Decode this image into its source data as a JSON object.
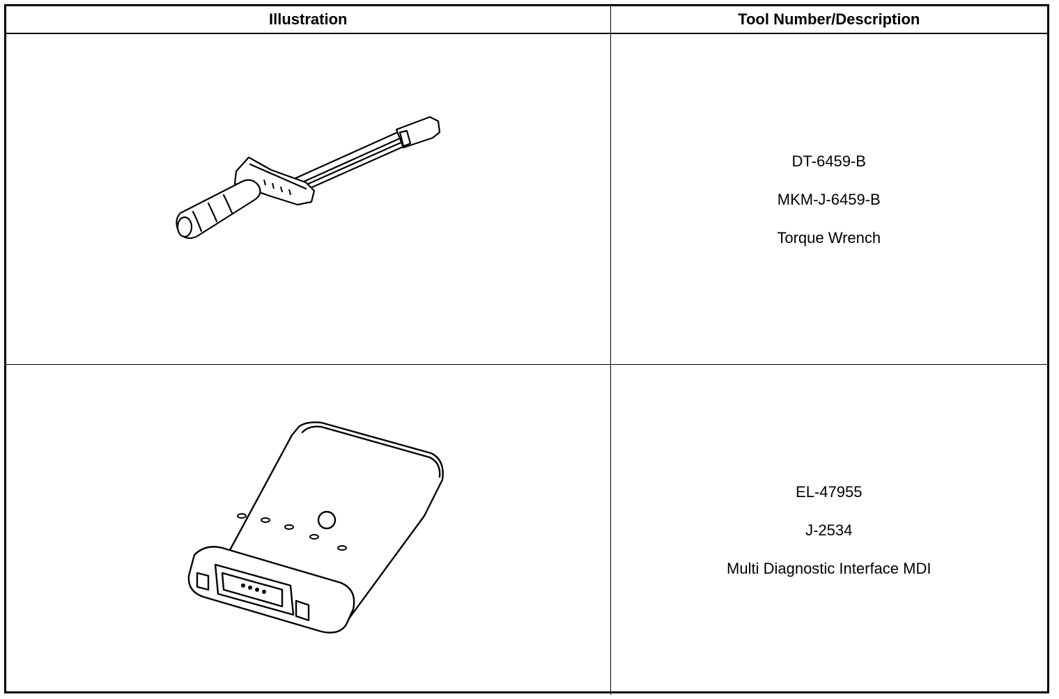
{
  "table": {
    "headers": {
      "illustration": "Illustration",
      "tool_desc": "Tool Number/Description"
    },
    "rows": [
      {
        "illustration_icon": "torque-wrench-drawing",
        "lines": [
          "DT-6459-B",
          "MKM-J-6459-B",
          "Torque Wrench"
        ]
      },
      {
        "illustration_icon": "diagnostic-interface-drawing",
        "lines": [
          "EL-47955",
          "J-2534",
          "Multi Diagnostic Interface MDI"
        ]
      }
    ]
  }
}
